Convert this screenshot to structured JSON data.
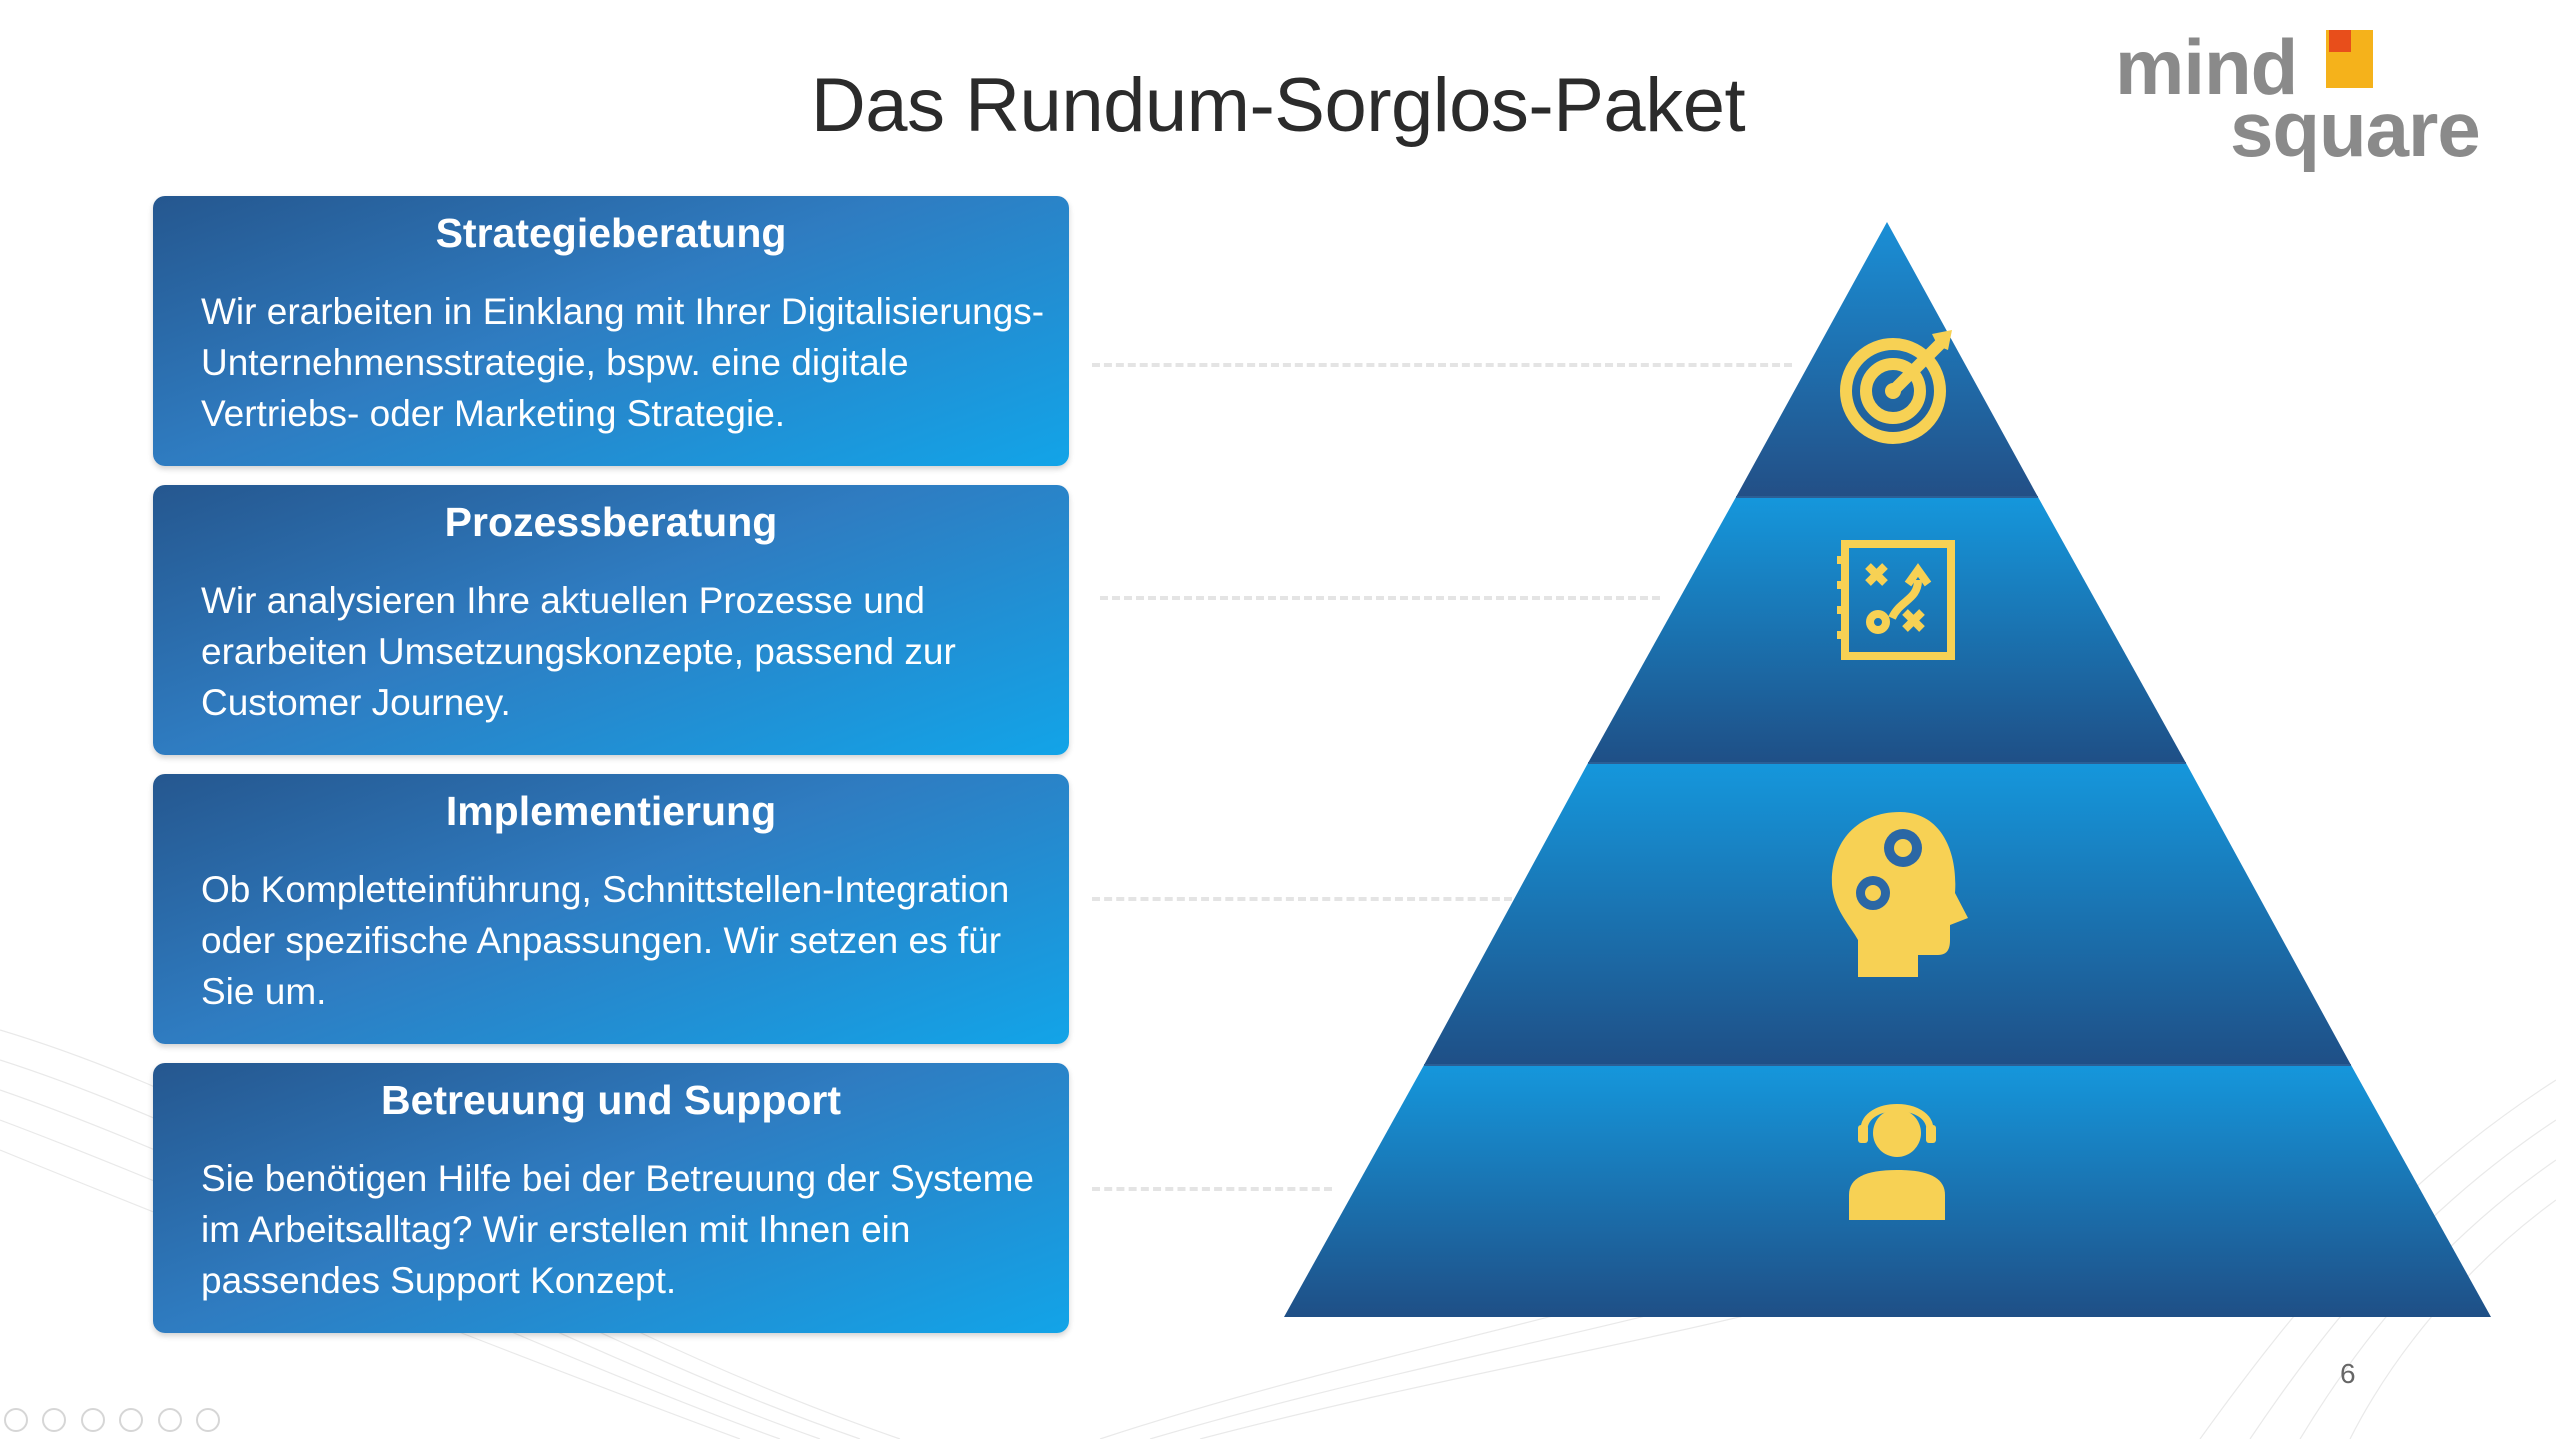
{
  "title": "Das Rundum-Sorglos-Paket",
  "logo": {
    "line1": "mind",
    "line2": "square"
  },
  "cards": [
    {
      "heading": "Strategieberatung",
      "text": "Wir erarbeiten in Einklang mit Ihrer Digitalisierungs-Unternehmensstrategie, bspw. eine digitale Vertriebs- oder Marketing Strategie.",
      "icon": "target-icon"
    },
    {
      "heading": "Prozessberatung",
      "text": "Wir analysieren Ihre aktuellen Prozesse und erarbeiten Umsetzungskonzepte, passend zur Customer Journey.",
      "icon": "strategy-board-icon"
    },
    {
      "heading": "Implementierung",
      "text": "Ob Kompletteinführung, Schnittstellen-Integration oder spezifische Anpassungen. Wir setzen es für Sie um.",
      "icon": "head-gears-icon"
    },
    {
      "heading": "Betreuung und Support",
      "text": "Sie benötigen Hilfe bei der Betreuung der Systeme im Arbeitsalltag? Wir erstellen mit Ihnen ein passendes Support Konzept.",
      "icon": "support-agent-icon"
    }
  ],
  "page_number": "6",
  "colors": {
    "card_dark": "#25578f",
    "card_light": "#12a4e8",
    "icon": "#f7d154",
    "logo_orange": "#f5b21b",
    "logo_red": "#e84e1b"
  }
}
